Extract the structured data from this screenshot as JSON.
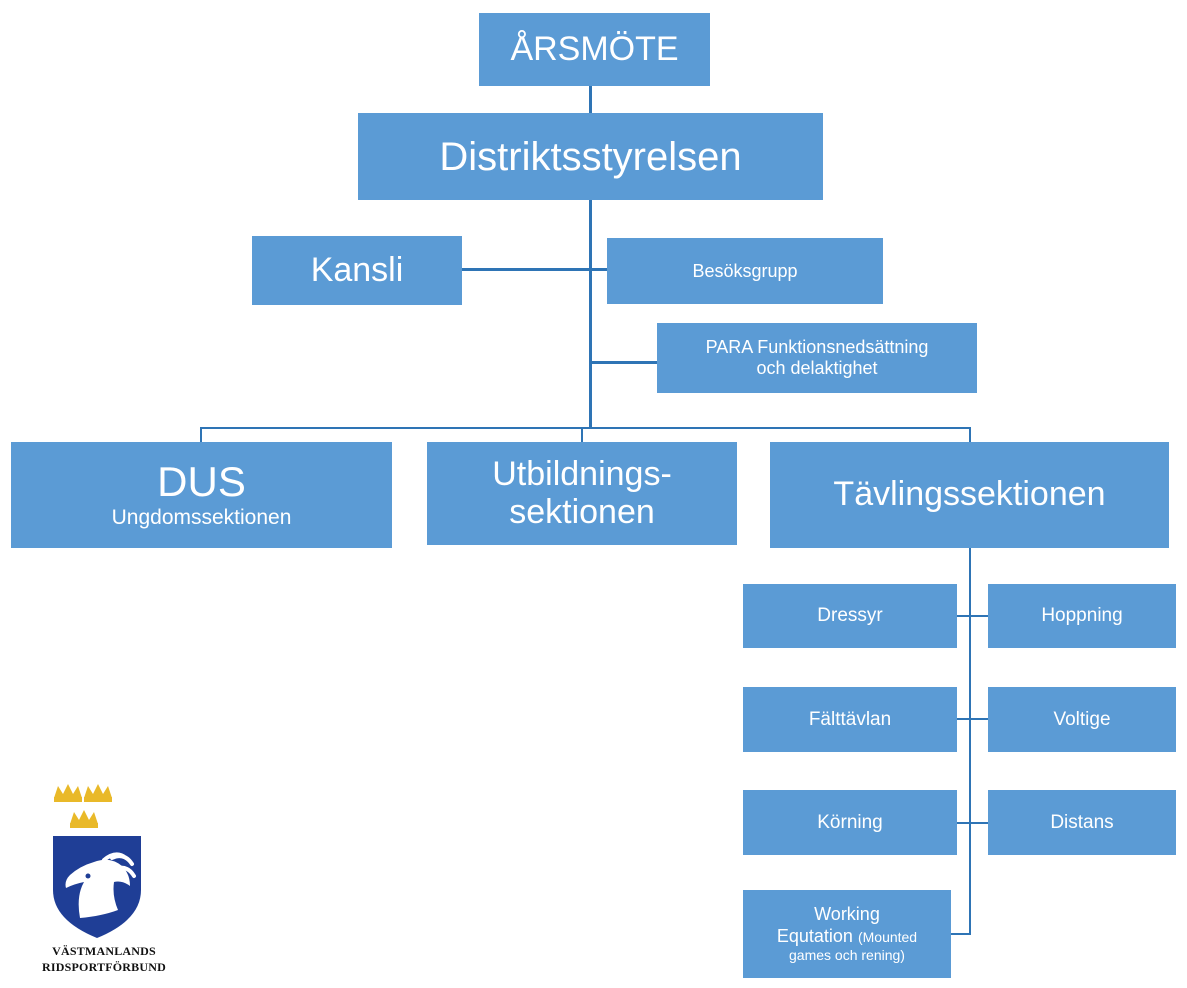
{
  "nodes": {
    "arsmote": "ÅRSMÖTE",
    "styrelsen": "Distriktsstyrelsen",
    "kansli": "Kansli",
    "besoksgrupp": "Besöksgrupp",
    "para_line1": "PARA Funktionsnedsättning",
    "para_line2": "och delaktighet",
    "dus_title": "DUS",
    "dus_subtitle": "Ungdomssektionen",
    "utbildning_line1": "Utbildnings-",
    "utbildning_line2": "sektionen",
    "tavling": "Tävlingssektionen",
    "dressyr": "Dressyr",
    "hoppning": "Hoppning",
    "falttavlan": "Fälttävlan",
    "voltige": "Voltige",
    "korning": "Körning",
    "distans": "Distans",
    "working_line1": "Working",
    "working_line2": "Equtation",
    "working_small1": "(Mounted",
    "working_small2": "games och rening)"
  },
  "logo": {
    "line1": "VÄSTMANLANDS",
    "line2": "RIDSPORTFÖRBUND"
  },
  "colors": {
    "box": "#5b9bd5",
    "connector": "#2e74b5",
    "shield": "#1f3e96",
    "crown": "#e9b929"
  }
}
